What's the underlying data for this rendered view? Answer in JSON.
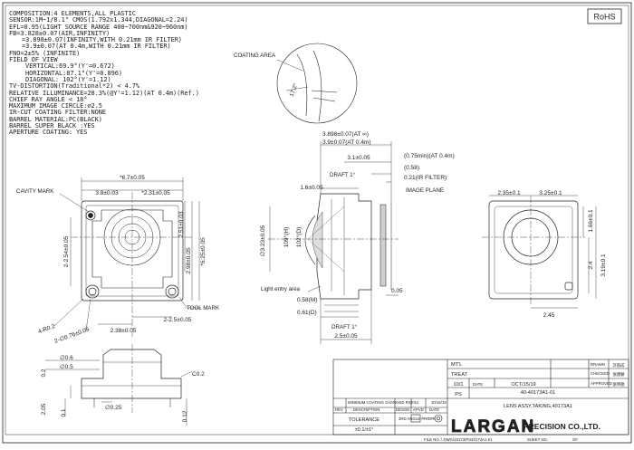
{
  "rohs": "RoHS",
  "spec": [
    "COMPOSITION:4 ELEMENTS,ALL PLASTIC",
    "SENSOR:1M~1/8.1\" CMOS(1.792x1.344,DIAGONAL=2.24)",
    "EFL=0.95(LIGHT SOURCE RANGE 400~700nm&920~960nm)",
    "FB=3.828±0.07(AIR,INFINITY)",
    "=3.898±0.07(INFINITY,WITH 0.21mm IR FILTER)",
    "=3.9±0.07(AT 0.4m,WITH 0.21mm IR FILTER)",
    "FNO=2±5% (INFINITE)",
    "FIELD OF VIEW",
    "VERTICAL:69.9°(Y'=0.672)",
    "HORIZONTAL:87.1°(Y'=0.896)",
    "DIAGONAL: 102°(Y'=1.12)",
    "TV-DISTORTION(Traditional*2) < 4.7%",
    "RELATIVE ILLUMINANCE=28.3%(@Y'=1.12)(AT 0.4m)(Ref.)",
    "CHIEF RAY ANGLE < 18°",
    "MAXIMUM IMAGE CIRCLE:∅2.5",
    "IR-CUT COATING FILTER:NONE",
    "BARREL MATERIAL:PC(BLACK)",
    "BARREL SUPER BLACK :YES",
    "APERTURE COATING: YES"
  ],
  "top_view": {
    "overall_width": "*6.7±0.05",
    "dim_left": "3.8±0.03",
    "dim_right": "*2.31±0.05",
    "cavity_mark": "CAVITY MARK",
    "dim_v_left": "2-2.54±0.05",
    "dim_v_mid": "2.51±0.03",
    "dim_v_mid2": "2.98±0.05",
    "dim_v_right": "*6.25±0.05",
    "hole_dia": "2-∅0.76±0.05",
    "corner_r": "4-R0.2",
    "dim_bottom": "2.38±0.05",
    "dim_bottom2": "2-2.5±0.05",
    "tool_mark": "TOOL MARK"
  },
  "side_view": {
    "fb_top": "3.898±0.07(AT ∞)",
    "fb_top2": "3.9±0.07(AT 0.4m)",
    "dim_31": "3.1±0.05",
    "dim_075": "(0.75min)(AT 0.4m)",
    "dim_058": "(0.58)",
    "ir_filter": "0.21(IR FILTER)",
    "draft_top": "DRAFT 1°",
    "dim_16": "1.6±0.05",
    "image_plane": "IMAGE PLANE",
    "dia_323": "∅3.23±0.05",
    "fov_109": "109°(H)",
    "fov_102": "102°(D)",
    "light_entry": "Light entry area",
    "dim_005": "0.05",
    "dim_058m": "0.58(M)",
    "dim_061": "0.61(D)",
    "draft_bottom": "DRAFT 1°",
    "dim_25": "2.5±0.05",
    "coating_area": "COATING AREA",
    "coating_angle": "17.2°"
  },
  "rear_view": {
    "dim_235": "2.35±0.1",
    "dim_325": "3.25±0.1",
    "dim_166": "1.66±0.1",
    "dim_24": "2.4",
    "dim_319": "3.19±0.1",
    "dim_245": "2.45"
  },
  "lower_view": {
    "chamfer1": "∅0.6",
    "chamfer2": "∅0.5",
    "c02": "C0.2",
    "v02": "0.2",
    "v01": "0.1",
    "dia025": "∅0.25",
    "v012": "0.12",
    "v205": "2.05"
  },
  "title_block": {
    "mtl_label": "MT'L",
    "treat_label": "TREAT",
    "scale": "10/1",
    "date_label": "DATE",
    "date": "OCT/15/19",
    "unit": "PS",
    "drawn": "DRAWN",
    "drawn_by": "許凱成",
    "checked": "CHECKED",
    "checked_by": "張建穎",
    "approved": "APPROVED",
    "approved_by": "張明德",
    "name": "LENS ASSY,TAKING,40173A1",
    "part_no": "40-40173A1-01",
    "rev": "REV",
    "description": "DESCRIPTION",
    "design": "DESGN",
    "approved_col": "APVD",
    "date_col": "DATE",
    "rev_line": "MINIMUM COATING CHANGED RIQ011",
    "rev_date": "10/15/19",
    "projection": "3RD ANGLE PROJ'N",
    "tolerance": "TOLERANCE",
    "tol_val": "±0.1/±1°",
    "logo": "LARGAN",
    "company": "PRECISION CO.,LTD.",
    "file_no": "FILE NO. \\ DWG\\40173\\PS40173A1-01",
    "sheet_no": "SHEET NO.",
    "sheet_of": "OF"
  }
}
